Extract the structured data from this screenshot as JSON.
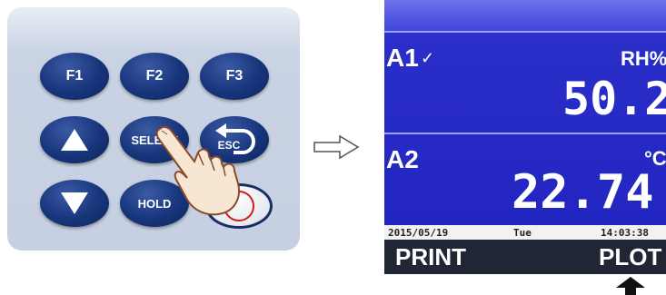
{
  "keypad": {
    "f1": "F1",
    "f2": "F2",
    "f3": "F3",
    "select": "SELECT",
    "esc": "ESC",
    "hold": "HOLD",
    "icons": [
      "up-arrow-icon",
      "down-arrow-icon",
      "back-arrow-icon",
      "power-icon",
      "pointing-hand-icon"
    ]
  },
  "display": {
    "channel1": {
      "label": "A1",
      "check": "✓",
      "unit": "RH%",
      "value": "50.2"
    },
    "channel2": {
      "label": "A2",
      "unit": "°C",
      "value": "22.74"
    },
    "status": {
      "date": "2015/05/19",
      "day": "Tue",
      "time": "14:03:38"
    },
    "softkeys": {
      "left": "PRINT",
      "right": "PLOT"
    }
  },
  "colors": {
    "lcd": "#2a2ec9",
    "keys": "#17357b",
    "panel": "#c6d0e2"
  }
}
